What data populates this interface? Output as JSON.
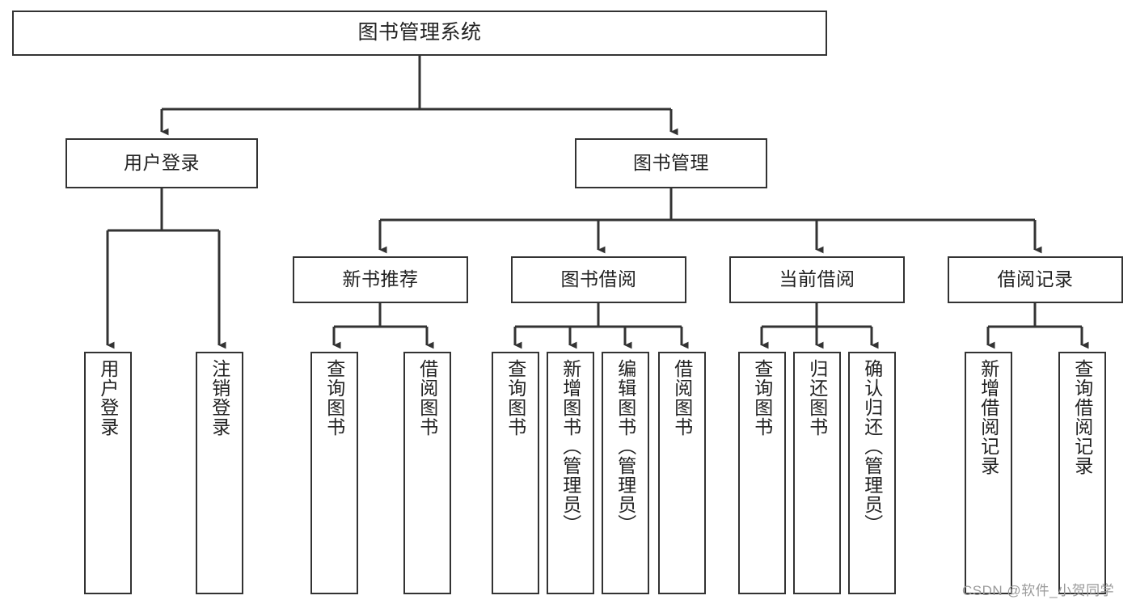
{
  "diagram": {
    "type": "tree-hierarchy-chart",
    "title": "图书管理系统",
    "root": {
      "label": "图书管理系统"
    },
    "level2": [
      {
        "id": "user-login",
        "label": "用户登录"
      },
      {
        "id": "book-management",
        "label": "图书管理"
      }
    ],
    "level3": [
      {
        "id": "new-book-recommend",
        "label": "新书推荐",
        "parent": "book-management"
      },
      {
        "id": "book-borrow",
        "label": "图书借阅",
        "parent": "book-management"
      },
      {
        "id": "current-borrow",
        "label": "当前借阅",
        "parent": "book-management"
      },
      {
        "id": "borrow-record",
        "label": "借阅记录",
        "parent": "book-management"
      }
    ],
    "leaves": {
      "user_login": [
        {
          "id": "leaf-user-login",
          "label": "用户登录"
        },
        {
          "id": "leaf-logout-login",
          "label": "注销登录"
        }
      ],
      "new_book_recommend": [
        {
          "id": "leaf-query-book-1",
          "label": "查询图书"
        },
        {
          "id": "leaf-borrow-book-1",
          "label": "借阅图书"
        }
      ],
      "book_borrow": [
        {
          "id": "leaf-query-book-2",
          "label": "查询图书"
        },
        {
          "id": "leaf-add-book",
          "label": "新增图书（管理员）"
        },
        {
          "id": "leaf-edit-book",
          "label": "编辑图书（管理员）"
        },
        {
          "id": "leaf-borrow-book-2",
          "label": "借阅图书"
        }
      ],
      "current_borrow": [
        {
          "id": "leaf-query-book-3",
          "label": "查询图书"
        },
        {
          "id": "leaf-return-book",
          "label": "归还图书"
        },
        {
          "id": "leaf-confirm-return",
          "label": "确认归还（管理员）"
        }
      ],
      "borrow_record": [
        {
          "id": "leaf-add-record",
          "label": "新增借阅记录"
        },
        {
          "id": "leaf-query-record",
          "label": "查询借阅记录"
        }
      ]
    }
  },
  "watermark": {
    "text": "CSDN @软件_小贺同学"
  },
  "colors": {
    "stroke": "#333333",
    "background": "#ffffff",
    "text": "#222222",
    "watermark": "#9a9a9a"
  }
}
